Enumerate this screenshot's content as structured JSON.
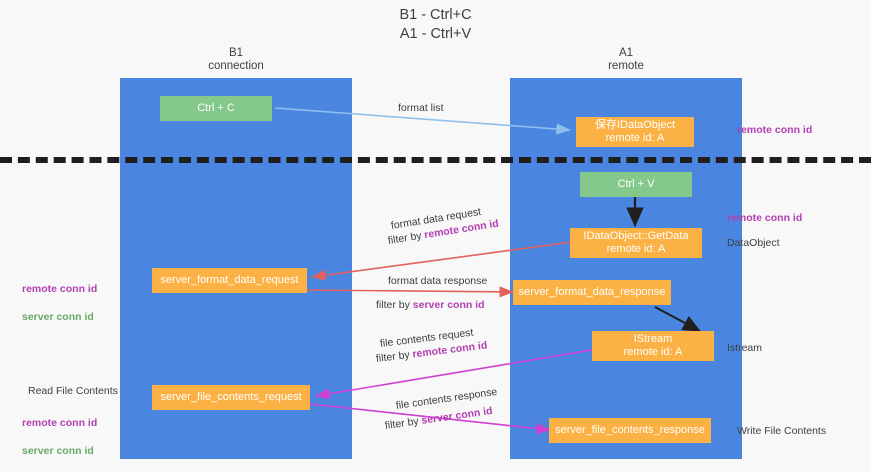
{
  "title": "B1 - Ctrl+C\nA1 - Ctrl+V",
  "lanes": [
    {
      "name": "b1",
      "header": "B1\nconnection"
    },
    {
      "name": "a1",
      "header": "A1\nremote"
    }
  ],
  "nodes": {
    "ctrl_c": "Ctrl + C",
    "ctrl_v": "Ctrl + V",
    "idataobject_save": "保存IDataObject\nremote id: A",
    "idataobject_getdata": "IDataObject::GetData\nremote id: A",
    "istream": "IStream\nremote id: A",
    "server_format_data_request": "server_format_data_request",
    "server_format_data_response": "server_format_data_response",
    "server_file_contents_request": "server_file_contents_request",
    "server_file_contents_response": "server_file_contents_response"
  },
  "edges": {
    "format_list": "format list",
    "format_data_request": "format data request",
    "format_data_request_filter_prefix": "filter by ",
    "format_data_request_filter_key": "remote conn id",
    "format_data_response": "format data response",
    "format_data_response_filter_prefix": "filter by ",
    "format_data_response_filter_key": "server conn id",
    "file_contents_request": "file contents request",
    "file_contents_request_filter_prefix": "filter by ",
    "file_contents_request_filter_key": "remote conn id",
    "file_contents_response": "file contents response",
    "file_contents_response_filter_prefix": "filter by ",
    "file_contents_response_filter_key": "server conn id"
  },
  "annotations": {
    "right_remote_conn_id_top": "remote conn id",
    "right_remote_conn_id_mid": "remote conn id",
    "right_dataobject": "DataObject",
    "right_istream": "Istream",
    "right_write_file_contents": "Write File Contents",
    "left_read_file_contents": "Read File Contents",
    "left_remote_conn_id_mid": "remote conn id",
    "left_server_conn_id_mid": "server conn id",
    "left_remote_conn_id_bot": "remote conn id",
    "left_server_conn_id_bot": "server conn id"
  },
  "colors": {
    "lane": "#4a86e0",
    "node_green": "#84c98b",
    "node_orange": "#fbb143",
    "accent_purple": "#b23fb2",
    "accent_green": "#6aaa64",
    "arrow_blue": "#8fc0ea",
    "arrow_red": "#e2605e",
    "arrow_magenta": "#d03fd0",
    "arrow_black": "#1f1f1f",
    "background": "#f8f8f8"
  }
}
